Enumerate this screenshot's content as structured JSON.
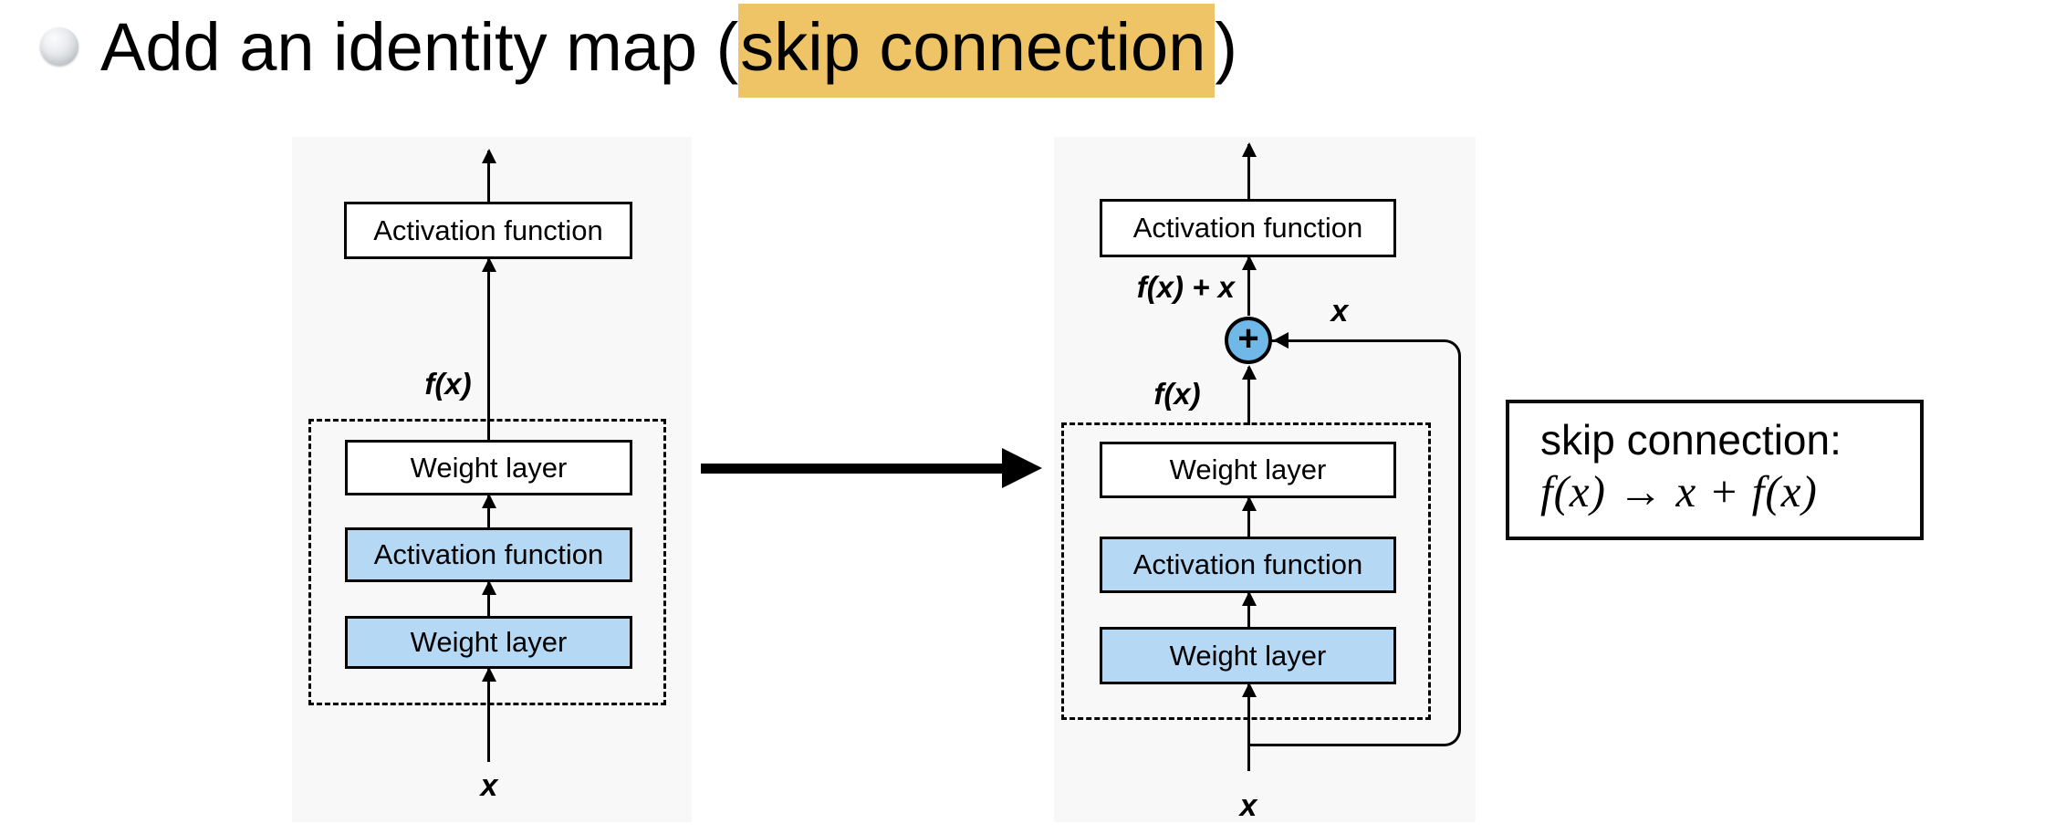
{
  "slide": {
    "title": {
      "prefix": "Add an identity map (",
      "highlight": "skip connection",
      "suffix": ")"
    }
  },
  "plain_block": {
    "output_activation": "Activation function",
    "fx_label": "f(x)",
    "weight_layer_top": "Weight layer",
    "activation_function": "Activation function",
    "weight_layer_bottom": "Weight layer",
    "input_label": "x"
  },
  "residual_block": {
    "output_activation": "Activation function",
    "sum_label": "f(x) + x",
    "plus_sign": "+",
    "skip_input_label": "x",
    "fx_label": "f(x)",
    "weight_layer_top": "Weight layer",
    "activation_function": "Activation function",
    "weight_layer_bottom": "Weight layer",
    "input_label": "x"
  },
  "note_box": {
    "title": "skip connection:",
    "formula": "f(x) → x + f(x)"
  },
  "colors": {
    "highlight": "#eec466",
    "layer_blue": "#b5d8f5",
    "sum_circle_blue": "#70b8e8",
    "panel_background": "#f8f8f9",
    "line_black": "#000000"
  }
}
